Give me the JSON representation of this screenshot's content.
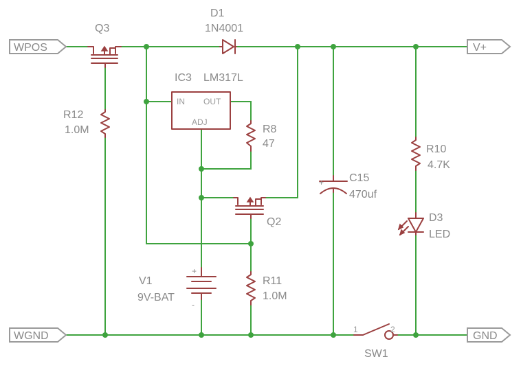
{
  "ports": {
    "wpos": "WPOS",
    "wgnd": "WGND",
    "vplus": "V+",
    "gnd": "GND"
  },
  "components": {
    "q3": {
      "ref": "Q3"
    },
    "d1": {
      "ref": "D1",
      "value": "1N4001"
    },
    "ic3": {
      "ref": "IC3",
      "value": "LM317L",
      "pin_in": "IN",
      "pin_out": "OUT",
      "pin_adj": "ADJ"
    },
    "r12": {
      "ref": "R12",
      "value": "1.0M"
    },
    "r8": {
      "ref": "R8",
      "value": "47"
    },
    "q2": {
      "ref": "Q2"
    },
    "c15": {
      "ref": "C15",
      "value": "470uf",
      "polarity": "+"
    },
    "r10": {
      "ref": "R10",
      "value": "4.7K"
    },
    "d3": {
      "ref": "D3",
      "value": "LED"
    },
    "v1": {
      "ref": "V1",
      "value": "9V-BAT",
      "pos": "+",
      "neg": "-"
    },
    "r11": {
      "ref": "R11",
      "value": "1.0M"
    },
    "sw1": {
      "ref": "SW1",
      "pin1": "1",
      "pin2": "2"
    }
  },
  "colors": {
    "wire": "#3ea33e",
    "part": "#9b4040",
    "label": "#8a8a8a",
    "port_outline": "#9a9a9a"
  }
}
